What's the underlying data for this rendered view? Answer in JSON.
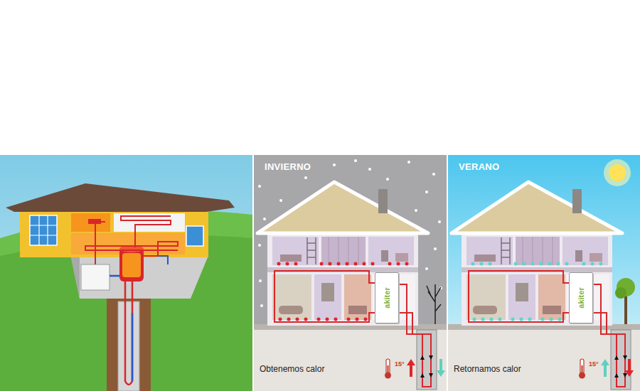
{
  "diagram": {
    "nodes": [
      {
        "text": [
          "INVIERNO",
          "Obtenemos calor"
        ]
      },
      {
        "text": [
          "akiter"
        ],
        "in": 0
      },
      {
        "text": [
          "VERANO",
          "Retornamos calor"
        ]
      },
      {
        "text": [
          "akiter"
        ],
        "in": 2
      }
    ],
    "labels": [
      "15°",
      "15°"
    ]
  }
}
